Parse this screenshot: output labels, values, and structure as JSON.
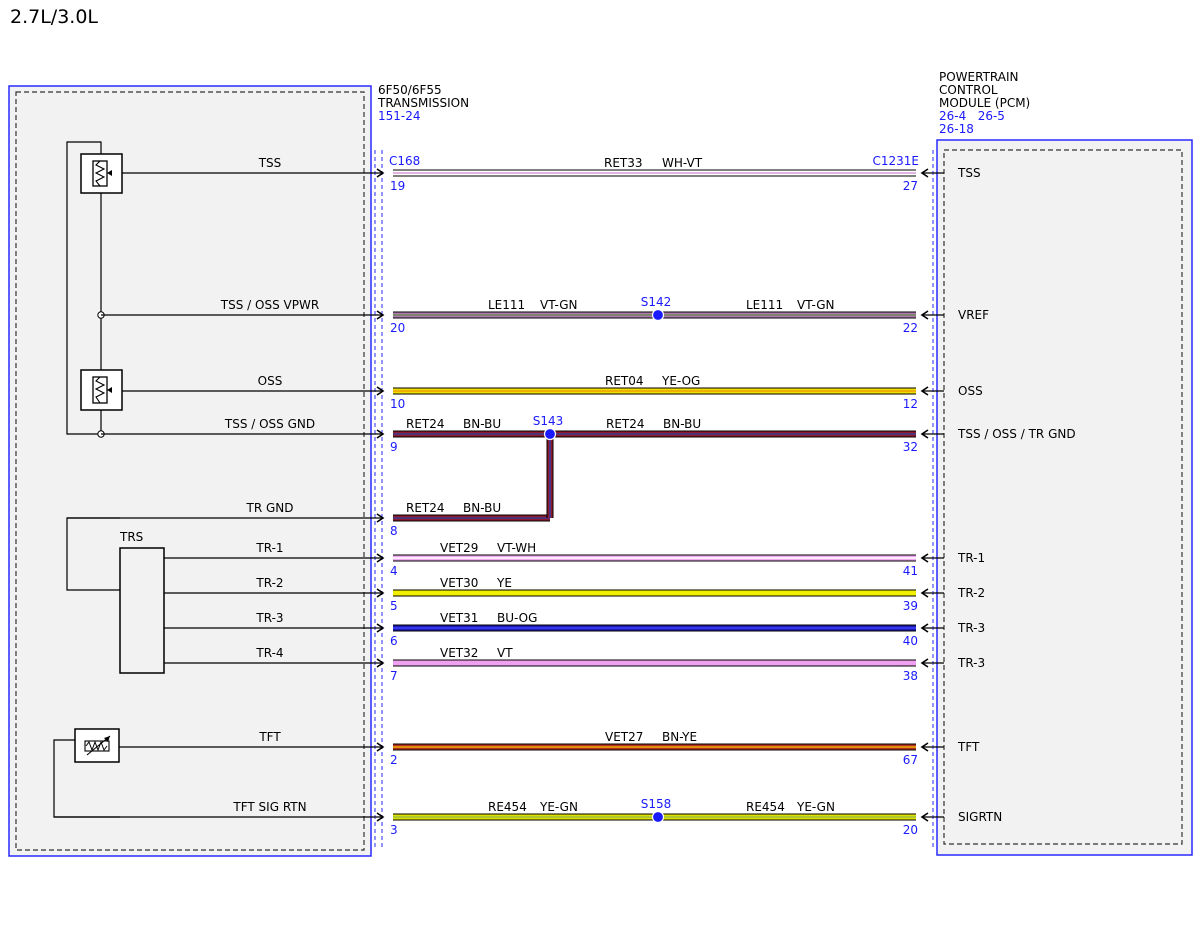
{
  "title": "2.7L/3.0L",
  "left_module": {
    "name_line1": "6F50/6F55",
    "name_line2": "TRANSMISSION",
    "ref": "151-24",
    "connector": "C168"
  },
  "right_module": {
    "name_line1": "POWERTRAIN",
    "name_line2": "CONTROL",
    "name_line3": "MODULE (PCM)",
    "ref1": "26-4",
    "ref2": "26-5",
    "ref3": "26-18",
    "connector": "C1231E"
  },
  "components": {
    "trs": "TRS"
  },
  "colors": {
    "border_blue": "#2a2aff",
    "label_blue": "#1a1aff",
    "module_fill": "#f2f2f2",
    "WH-VT": [
      "#ffffff",
      "#d99cd9"
    ],
    "VT-GN": [
      "#b07ab0",
      "#6c8a55"
    ],
    "YE-OG": [
      "#f0e000",
      "#f0a000"
    ],
    "BN-BU": [
      "#8b1a2a",
      "#3a3a9a"
    ],
    "VT-WH": [
      "#f0a8f0",
      "#ffffff"
    ],
    "YE": [
      "#f0f000",
      "#f0f000"
    ],
    "BU-OG": [
      "#1a1ab0",
      "#4040ff"
    ],
    "VT": [
      "#f0a0f0",
      "#f0a0f0"
    ],
    "BN-YE": [
      "#b03020",
      "#f0b000"
    ],
    "YE-GN": [
      "#e0e000",
      "#a0c040"
    ]
  },
  "wires": [
    {
      "left_label": "TSS",
      "left_pin": "19",
      "right_pin": "27",
      "right_label": "TSS",
      "code": "RET33",
      "color": "WH-VT"
    },
    {
      "left_label": "TSS / OSS VPWR",
      "left_pin": "20",
      "right_pin": "22",
      "right_label": "VREF",
      "splice": "S142",
      "code_left": "LE111",
      "color_left": "VT-GN",
      "code_right": "LE111",
      "color_right": "VT-GN"
    },
    {
      "left_label": "OSS",
      "left_pin": "10",
      "right_pin": "12",
      "right_label": "OSS",
      "code": "RET04",
      "color": "YE-OG"
    },
    {
      "left_label": "TSS / OSS GND",
      "left_pin": "9",
      "right_pin": "32",
      "right_label": "TSS / OSS / TR GND",
      "splice": "S143",
      "code_left": "RET24",
      "color_left": "BN-BU",
      "code_right": "RET24",
      "color_right": "BN-BU"
    },
    {
      "left_label": "TR GND",
      "left_pin": "8",
      "code": "RET24",
      "color": "BN-BU"
    },
    {
      "left_label": "TR-1",
      "left_pin": "4",
      "right_pin": "41",
      "right_label": "TR-1",
      "code": "VET29",
      "color": "VT-WH"
    },
    {
      "left_label": "TR-2",
      "left_pin": "5",
      "right_pin": "39",
      "right_label": "TR-2",
      "code": "VET30",
      "color": "YE"
    },
    {
      "left_label": "TR-3",
      "left_pin": "6",
      "right_pin": "40",
      "right_label": "TR-3",
      "code": "VET31",
      "color": "BU-OG"
    },
    {
      "left_label": "TR-4",
      "left_pin": "7",
      "right_pin": "38",
      "right_label": "TR-3",
      "code": "VET32",
      "color": "VT"
    },
    {
      "left_label": "TFT",
      "left_pin": "2",
      "right_pin": "67",
      "right_label": "TFT",
      "code": "VET27",
      "color": "BN-YE"
    },
    {
      "left_label": "TFT SIG RTN",
      "left_pin": "3",
      "right_pin": "20",
      "right_label": "SIGRTN",
      "splice": "S158",
      "code_left": "RE454",
      "color_left": "YE-GN",
      "code_right": "RE454",
      "color_right": "YE-GN"
    }
  ]
}
